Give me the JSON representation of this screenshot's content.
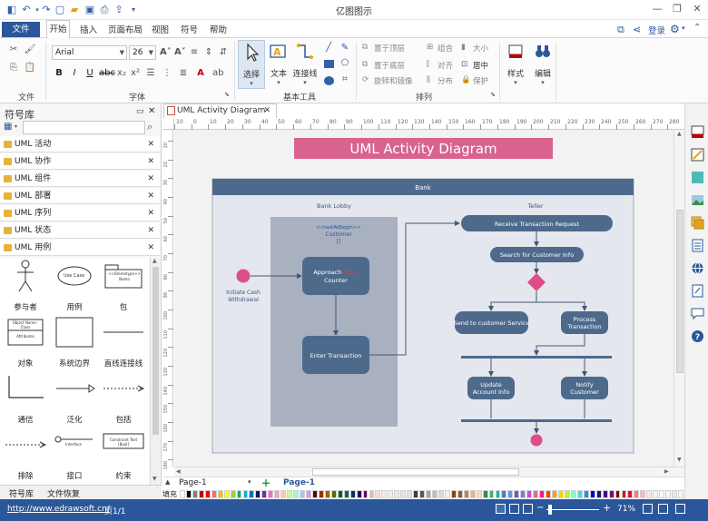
{
  "app": {
    "title": "亿图图示"
  },
  "account": {
    "login": "登录"
  },
  "menu": {
    "file": "文件",
    "items": [
      "开始",
      "插入",
      "页面布局",
      "视图",
      "符号",
      "帮助"
    ]
  },
  "ribbon": {
    "groups": {
      "file": "文件",
      "font": "字体",
      "basic_tools": "基本工具",
      "arrange": "排列"
    },
    "font_name": "Arial",
    "font_size": "26",
    "tools": {
      "select": "选择",
      "text": "文本",
      "connector": "连接线"
    },
    "arrange_items": {
      "bring_front": "置于顶层",
      "send_back": "置于底层",
      "rotate": "旋转和镜像",
      "group": "组合",
      "align": "对齐",
      "distribute": "分布",
      "size": "大小",
      "center": "居中",
      "protect": "保护"
    },
    "style": "样式",
    "edit": "编辑"
  },
  "library": {
    "title": "符号库",
    "search_placeholder": "",
    "items": [
      "UML 活动",
      "UML 协作",
      "UML 组件",
      "UML 部署",
      "UML 序列",
      "UML 状态",
      "UML 用例"
    ],
    "shapes": [
      "参与者",
      "用例",
      "包",
      "对象",
      "系统边界",
      "直线连接线",
      "通信",
      "泛化",
      "包括",
      "排除",
      "接口",
      "约束"
    ],
    "shape_inner": {
      "use_case": "Use Case",
      "package": "<<Stereotype>> Name",
      "object": "Object Name : Class",
      "attributes": "Attributes",
      "interface": "Interface",
      "constraint": "Constraint Text {Bool}"
    },
    "bottom_tabs": [
      "符号库",
      "文件恢复"
    ]
  },
  "document": {
    "tab_title": "UML Activity Diagram"
  },
  "ruler": {
    "h_ticks": [
      "10",
      "0",
      "10",
      "20",
      "30",
      "40",
      "50",
      "60",
      "70",
      "80",
      "90",
      "100",
      "110",
      "120",
      "130",
      "140",
      "150",
      "160",
      "170",
      "180",
      "190",
      "200",
      "210",
      "220",
      "230",
      "240",
      "250",
      "260",
      "270",
      "280"
    ],
    "v_ticks": [
      "10",
      "20",
      "30",
      "40",
      "50",
      "60",
      "70",
      "80",
      "90",
      "100",
      "110",
      "120",
      "130",
      "140",
      "150",
      "160",
      "170",
      "180"
    ]
  },
  "diagram": {
    "title": "UML Activity Diagram",
    "pool": "Bank",
    "lane_left": "Bank Lobby",
    "lane_right": "Teller",
    "customer_line1": "<<lastAtBegin>>",
    "customer_line2": "Customer",
    "customer_line3": "[]",
    "start_line1": "Initiate Cash",
    "start_line2": "Withdrawal",
    "approach_a": "Approach",
    "approach_b": "Bank",
    "approach_c": "Counter",
    "enter": "Enter Transaction",
    "receive": "Receive Transaction Request",
    "search": "Search for Customer Info",
    "send": "Send to customer Service",
    "process1": "Process",
    "process2": "Transaction",
    "update1": "Update",
    "update2": "Account Info",
    "notify1": "Notify",
    "notify2": "Customer"
  },
  "pages": {
    "current": "Page-1",
    "tab": "Page-1",
    "fill_label": "填充"
  },
  "status": {
    "url": "http://www.edrawsoft.cn/",
    "page": "页1/1",
    "zoom": "71%"
  },
  "colors": {
    "accent": "#2b579a",
    "node": "#4d6a8c",
    "lane": "#a9b0c0",
    "title_bar": "#d9628e",
    "pink": "#de4e86"
  },
  "palette": [
    "#ffffff",
    "#000000",
    "#7f7f7f",
    "#c00000",
    "#ff0000",
    "#ff6a6a",
    "#ffc000",
    "#ffff00",
    "#92d050",
    "#00b050",
    "#00b0f0",
    "#0070c0",
    "#002060",
    "#7030a0",
    "#ff66cc",
    "#ff99cc",
    "#ffcc99",
    "#ccff99",
    "#99ffcc",
    "#99ccff",
    "#cc99ff",
    "#660000",
    "#993300",
    "#996600",
    "#666600",
    "#006600",
    "#006666",
    "#003366",
    "#330066",
    "#660066",
    "#e6b8b7",
    "#f2dcdb",
    "#fde9d9",
    "#ebf1dd",
    "#dbeef3",
    "#dce6f1",
    "#e4dfec",
    "#404040",
    "#595959",
    "#a6a6a6",
    "#bfbfbf",
    "#d9d9d9",
    "#f2f2f2",
    "#8b4513",
    "#a0522d",
    "#cd853f",
    "#deb887",
    "#f5deb3",
    "#2e8b57",
    "#3cb371",
    "#20b2aa",
    "#4682b4",
    "#6495ed",
    "#6a5acd",
    "#9370db",
    "#ba55d3",
    "#db7093",
    "#ff1493",
    "#ff4500",
    "#ffa500",
    "#ffd700",
    "#adff2f",
    "#7fffd4",
    "#40e0d0",
    "#1e90ff",
    "#0000cd",
    "#191970",
    "#4b0082",
    "#800080",
    "#8b0000",
    "#b22222",
    "#dc143c",
    "#f08080",
    "#ffb6c1",
    "#ffe4e1",
    "#fff0f5",
    "#f0fff0",
    "#f0f8ff",
    "#e6e6fa",
    "#fafad2"
  ]
}
